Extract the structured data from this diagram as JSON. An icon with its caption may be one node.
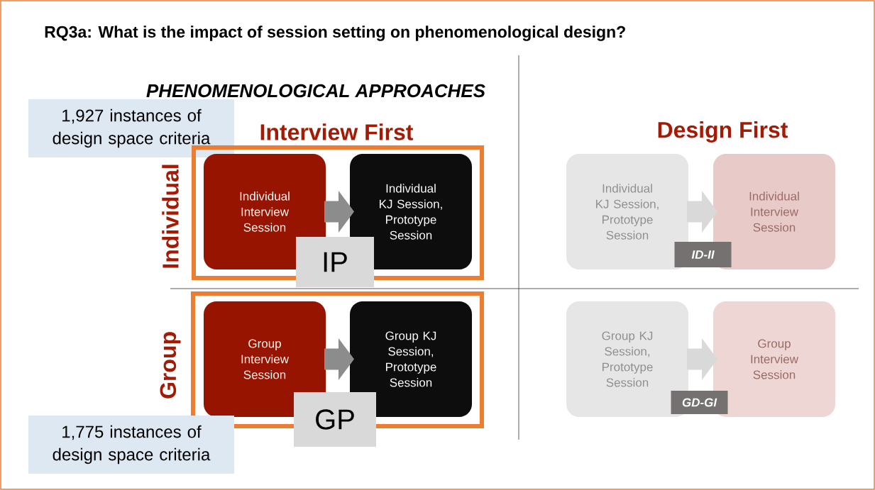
{
  "diagram": {
    "title": "RQ3a: What is the impact of session setting on phenomenological design?",
    "nodes": [
      {
        "text": [
          "1,927 instances of design space criteria"
        ]
      },
      {
        "text": [],
        "shape": "box"
      },
      {
        "text": [
          "Individual Interview Session"
        ],
        "in": 1
      },
      {
        "text": [
          "Individual KJ Session, Prototype Session"
        ],
        "in": 1
      },
      {
        "text": [
          "IP"
        ]
      },
      {
        "text": [
          "Individual KJ Session, Prototype Session"
        ]
      },
      {
        "text": [
          "Individual Interview Session"
        ]
      },
      {
        "text": [
          "ID-II"
        ]
      },
      {
        "text": [],
        "shape": "box"
      },
      {
        "text": [
          "Group Interview Session"
        ],
        "in": 8
      },
      {
        "text": [
          "Group KJ Session, Prototype Session"
        ],
        "in": 8
      },
      {
        "text": [
          "GP"
        ]
      },
      {
        "text": [
          "Group KJ Session, Prototype Session"
        ]
      },
      {
        "text": [
          "Group Interview Session"
        ]
      },
      {
        "text": [
          "GD-GI"
        ]
      },
      {
        "text": [
          "1,775 instances of design space criteria"
        ]
      }
    ],
    "edges": [
      {
        "from": 2,
        "to": 3,
        "arrow": "to"
      },
      {
        "from": 5,
        "to": 6,
        "arrow": "to",
        "color": "#d9d9d9"
      },
      {
        "from": 9,
        "to": 10,
        "arrow": "to"
      },
      {
        "from": 12,
        "to": 13,
        "arrow": "to",
        "color": "#d9d9d9"
      }
    ],
    "labels": [
      "PHENOMENOLOGICAL APPROACHES",
      "Interview First",
      "Design First",
      "Individual",
      "Group"
    ]
  }
}
